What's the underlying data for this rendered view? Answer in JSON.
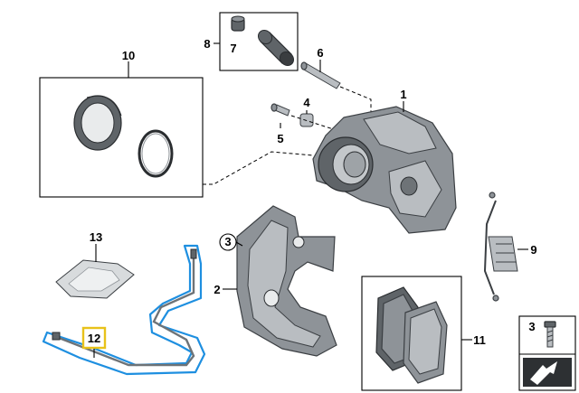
{
  "callouts": {
    "c1": "1",
    "c2": "2",
    "c3": "3",
    "c4": "4",
    "c5": "5",
    "c6": "6",
    "c7": "7",
    "c8": "8",
    "c9": "9",
    "c10": "10",
    "c11": "11",
    "c12": "12",
    "c13": "13",
    "c3_legend": "3",
    "c3_circled": "3"
  },
  "colors": {
    "highlight_outline": "#1e8fe0",
    "highlight_label": "#e8c21a"
  }
}
